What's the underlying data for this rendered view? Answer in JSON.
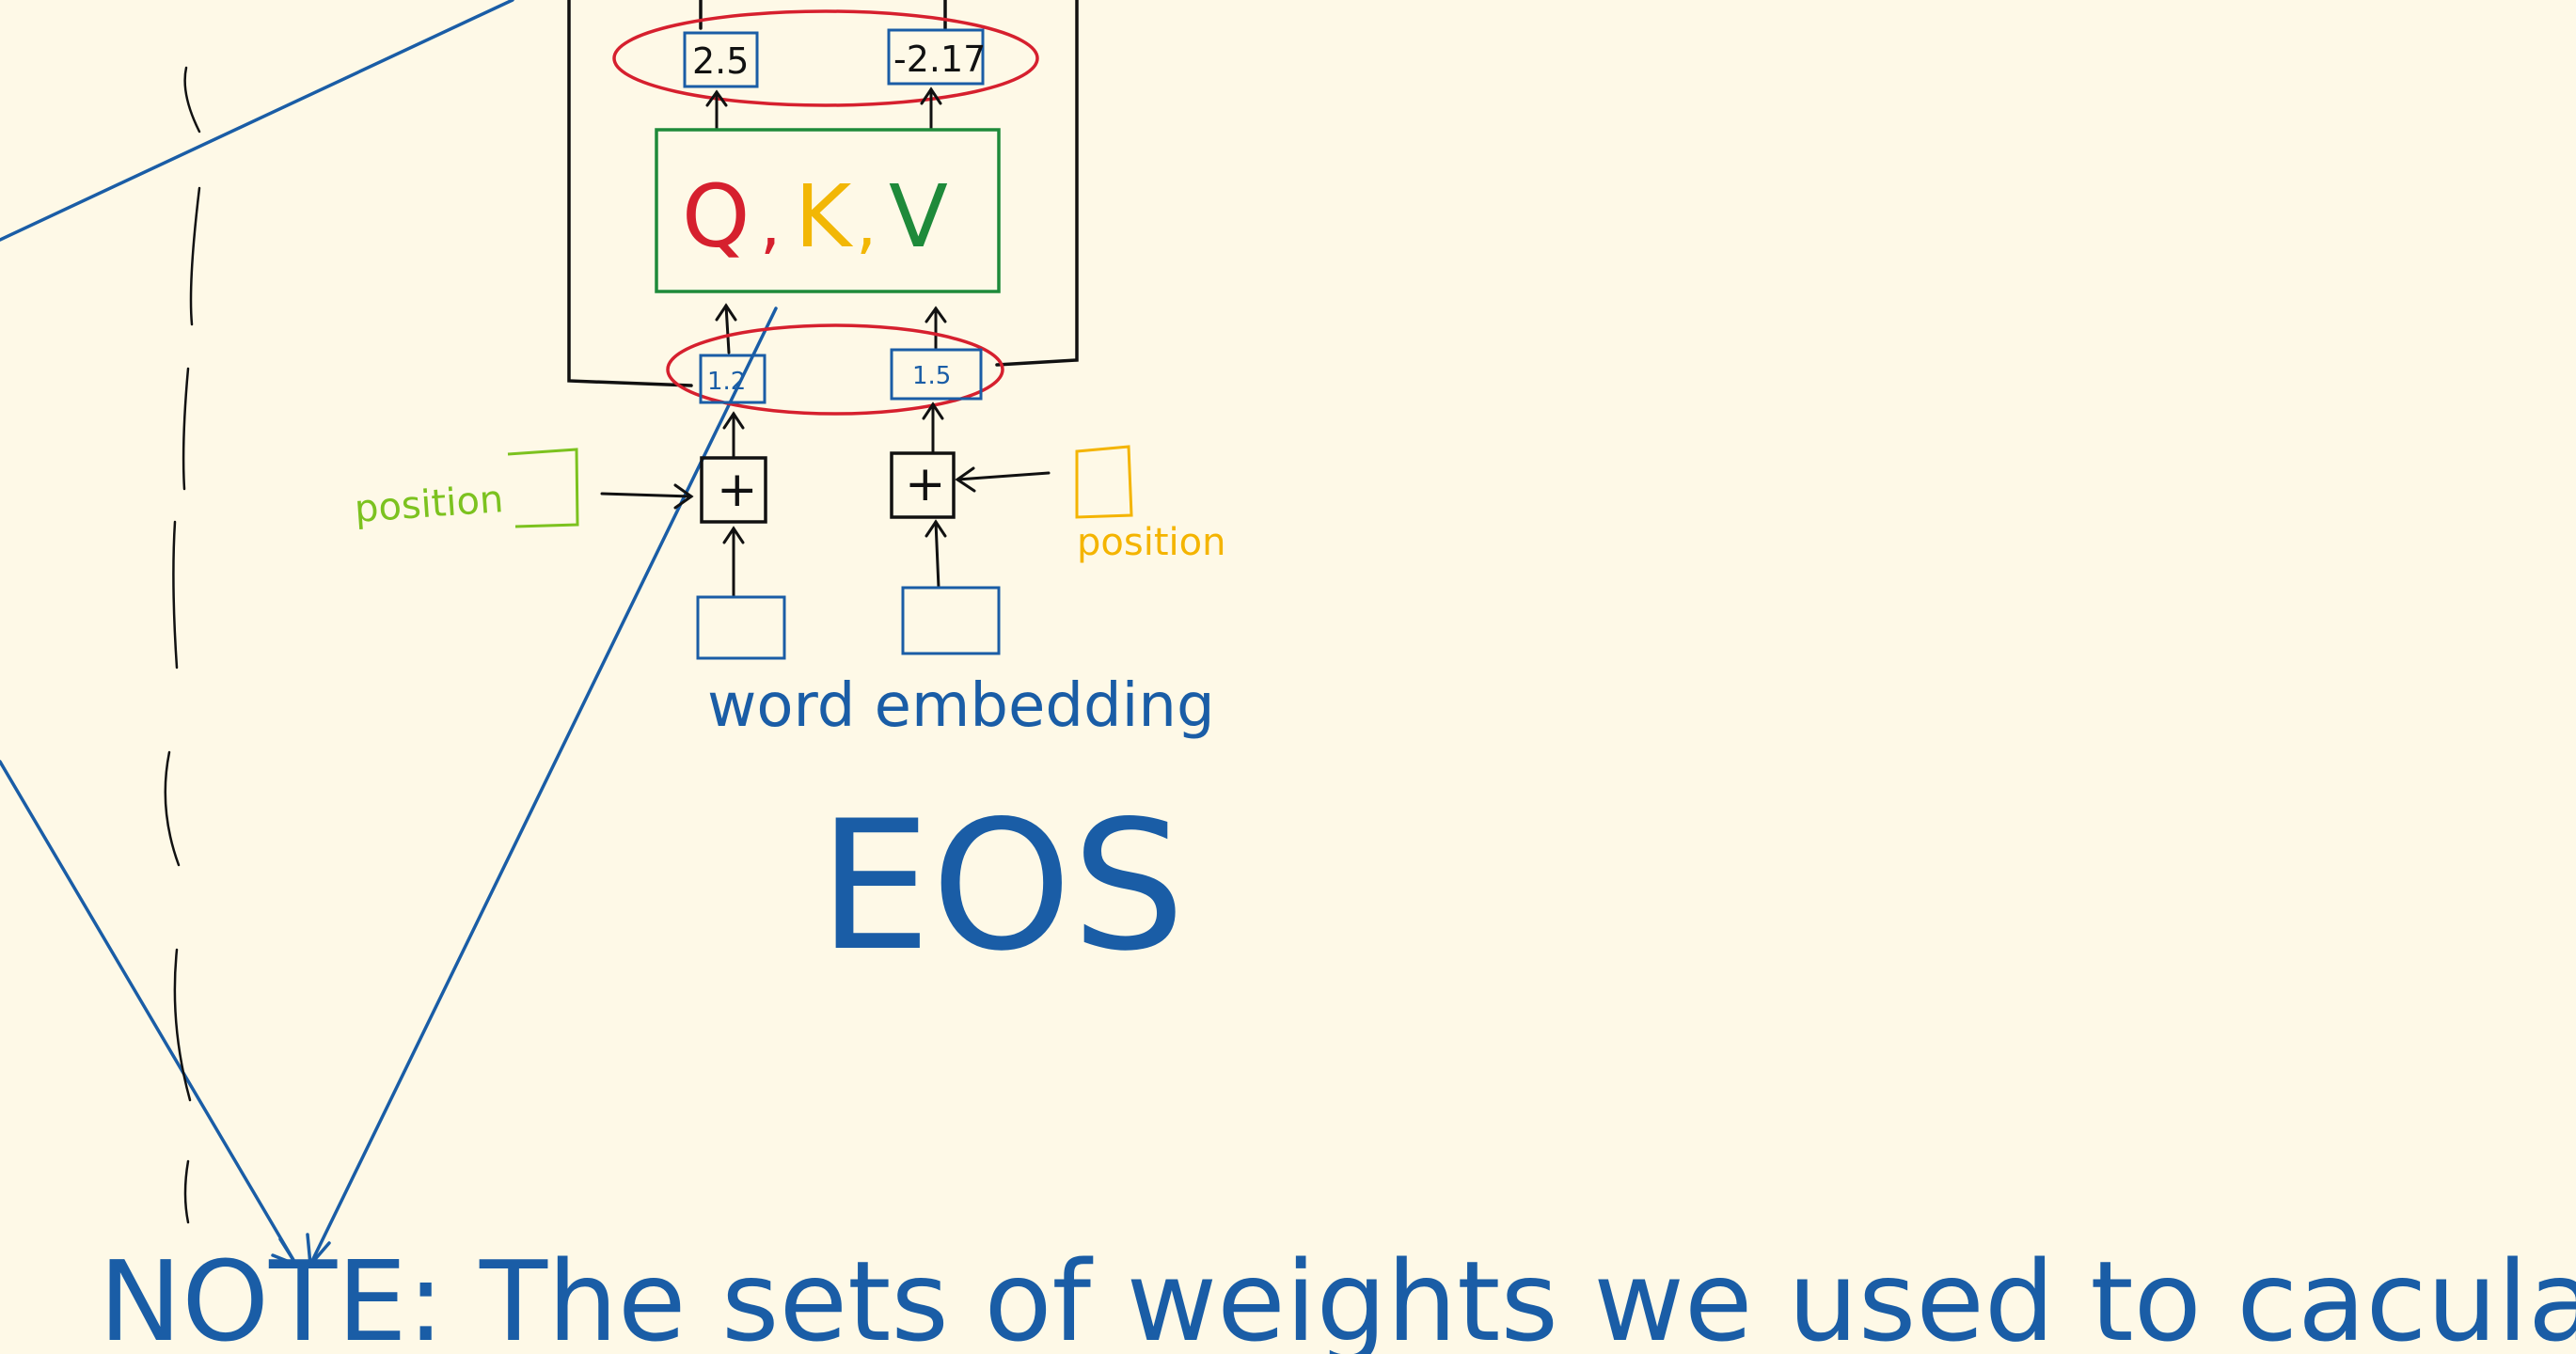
{
  "colors": {
    "background": "#fef9e7",
    "ink_blue": "#1a5da6",
    "ink_black": "#111111",
    "ink_red": "#d6202e",
    "ink_green": "#1e8a3a",
    "ink_yellow": "#f2b705",
    "ink_lime": "#7cc21f",
    "ink_orange_yellow": "#f4b400"
  },
  "diagram": {
    "top_values": {
      "left": "2.5",
      "right": "-2.17"
    },
    "qkv_label": {
      "q": "Q",
      "sep1": ",",
      "k": "K",
      "sep2": ",",
      "v": "V"
    },
    "bottom_values": {
      "left": "1.2",
      "right": "1.5"
    },
    "plus_symbol": "+",
    "position_left_label": "position",
    "position_right_label": "position",
    "word_embedding_label": "word embedding",
    "eos_label": "EOS",
    "note_text": "NOTE: The sets of weights we used to caculate"
  }
}
